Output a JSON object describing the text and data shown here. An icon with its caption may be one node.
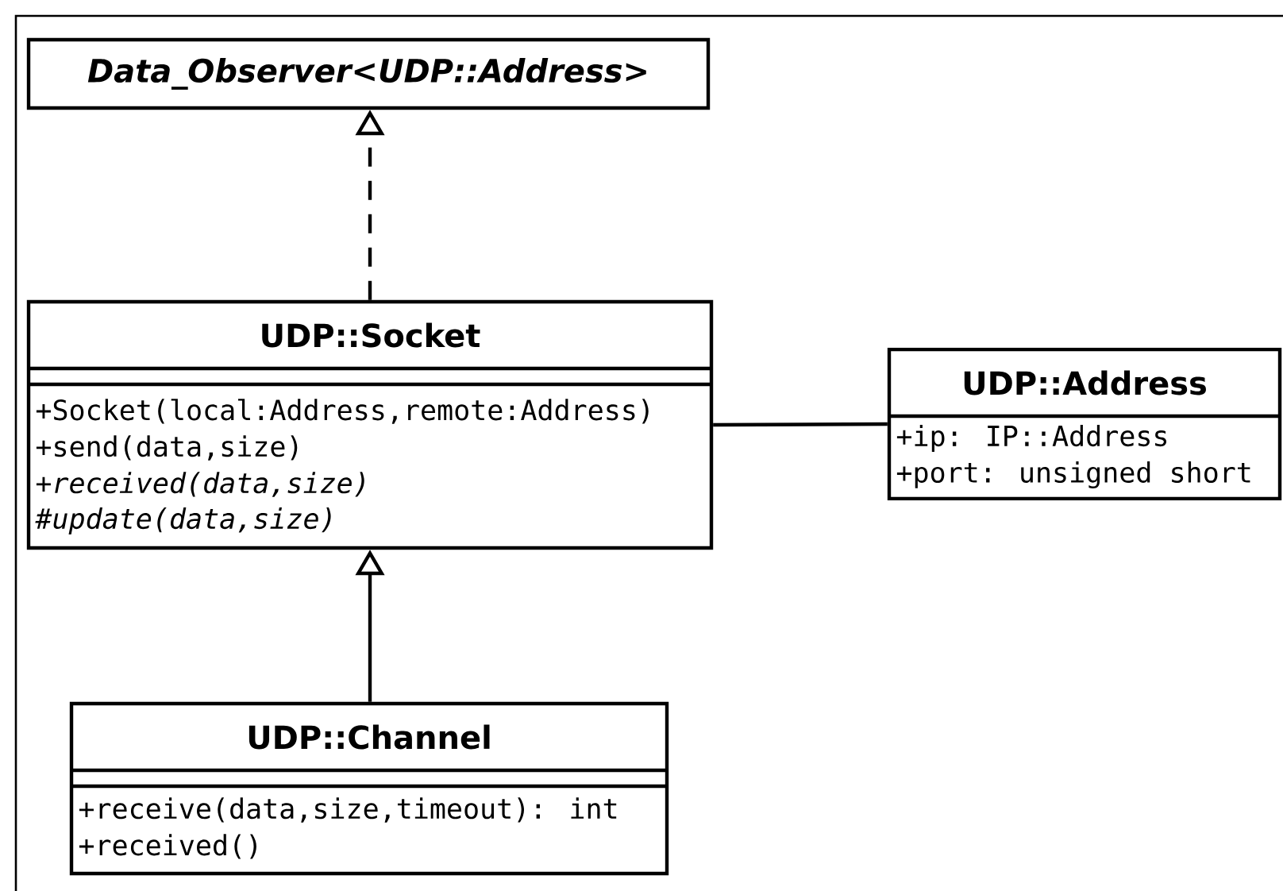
{
  "diagram": {
    "nodes": [
      {
        "text": [
          "Data_Observer<UDP::Address>"
        ]
      },
      {
        "text": [
          "UDP::Socket",
          "+Socket(local:Address,remote:Address)",
          "+send(data,size)",
          "*+received(data,size)*",
          "*#update(data,size)*"
        ]
      },
      {
        "text": [
          "UDP::Address",
          "+ip: IP::Address",
          "+port: unsigned short"
        ]
      },
      {
        "text": [
          "UDP::Channel",
          "+receive(data,size,timeout): int",
          "+received()"
        ]
      }
    ],
    "edges": [
      {
        "from": 1,
        "to": 0,
        "arrow": "to",
        "style": "dashed"
      },
      {
        "from": 1,
        "to": 2,
        "arrow": "none"
      },
      {
        "from": 3,
        "to": 1,
        "arrow": "to"
      }
    ]
  }
}
